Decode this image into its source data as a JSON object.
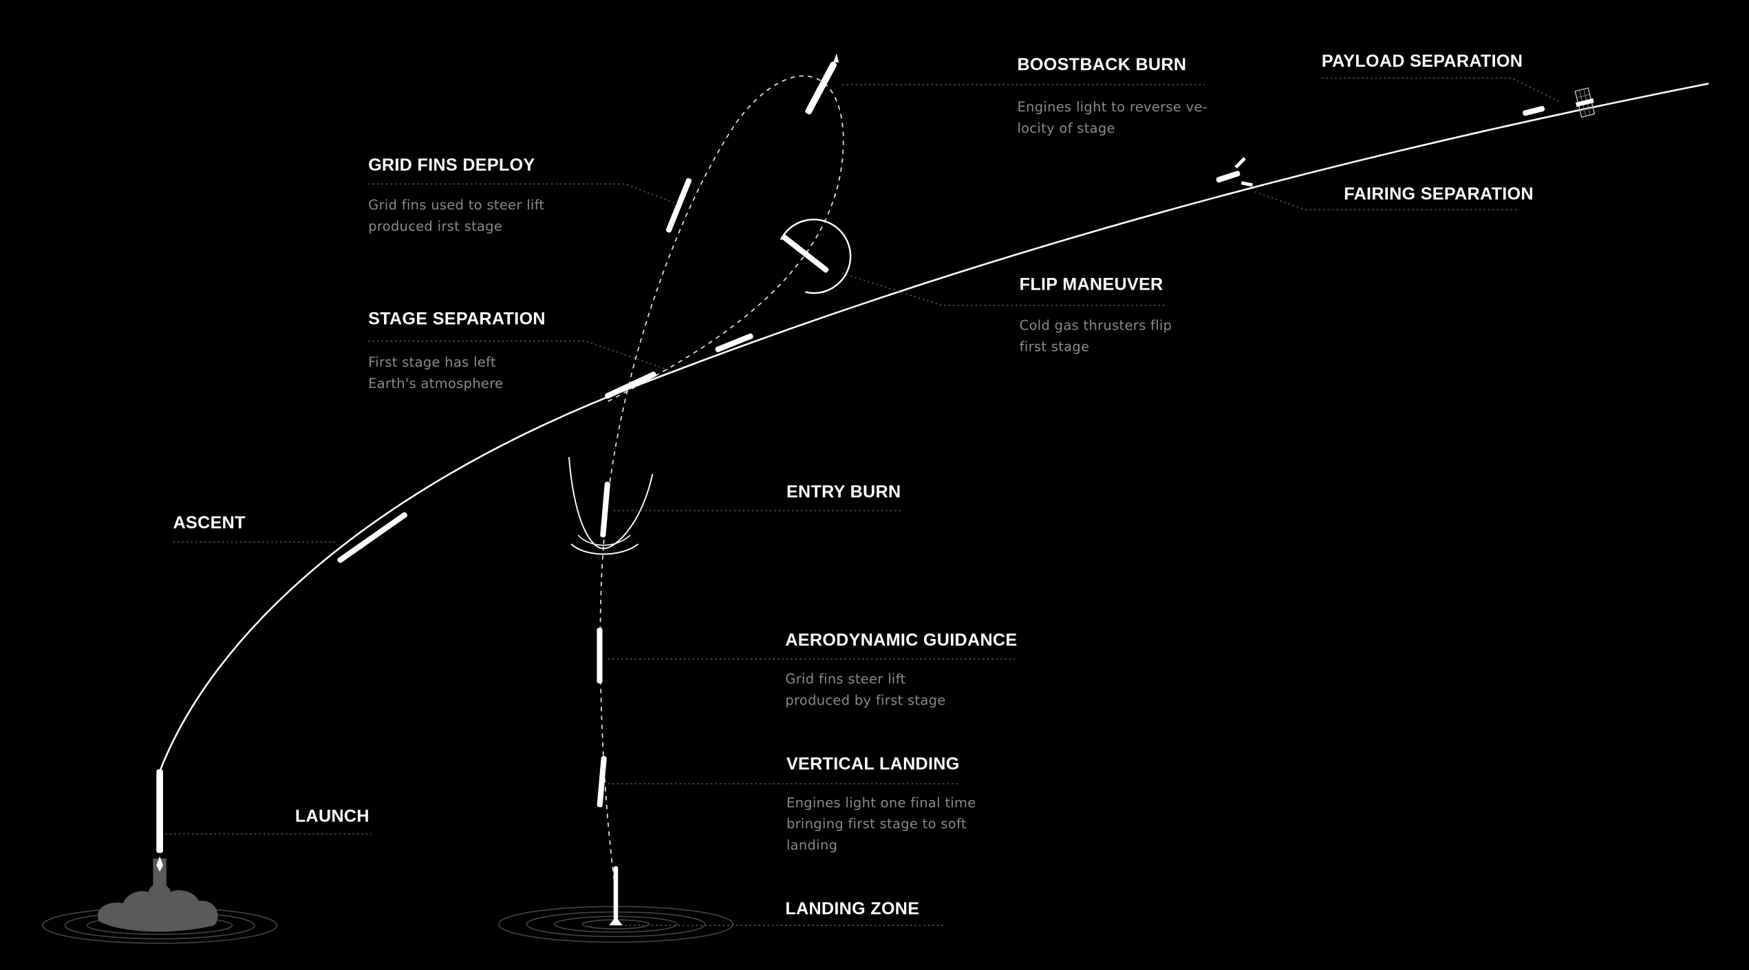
{
  "stages": {
    "launch": {
      "title": "LAUNCH"
    },
    "ascent": {
      "title": "ASCENT"
    },
    "stage_separation": {
      "title": "STAGE SEPARATION",
      "desc": [
        "First stage has left",
        "Earth's atmosphere"
      ]
    },
    "grid_fins_deploy": {
      "title": "GRID FINS DEPLOY",
      "desc": [
        "Grid fins used to steer lift",
        "produced irst stage"
      ]
    },
    "boostback_burn": {
      "title": "BOOSTBACK BURN",
      "desc": [
        "Engines light to reverse ve-",
        "locity of stage"
      ]
    },
    "payload_separation": {
      "title": "PAYLOAD SEPARATION"
    },
    "fairing_separation": {
      "title": "FAIRING SEPARATION"
    },
    "flip_maneuver": {
      "title": "FLIP MANEUVER",
      "desc": [
        "Cold gas thrusters flip",
        "first stage"
      ]
    },
    "entry_burn": {
      "title": "ENTRY BURN"
    },
    "aerodynamic_guidance": {
      "title": "AERODYNAMIC GUIDANCE",
      "desc": [
        "Grid fins steer lift",
        "produced by first stage"
      ]
    },
    "vertical_landing": {
      "title": "VERTICAL LANDING",
      "desc": [
        "Engines light one final time",
        "bringing first stage to soft",
        "landing"
      ]
    },
    "landing_zone": {
      "title": "LANDING ZONE"
    }
  },
  "colors": {
    "background": "#000000",
    "foreground": "#ffffff",
    "description": "#8a8a8a",
    "leader": "#555555"
  }
}
